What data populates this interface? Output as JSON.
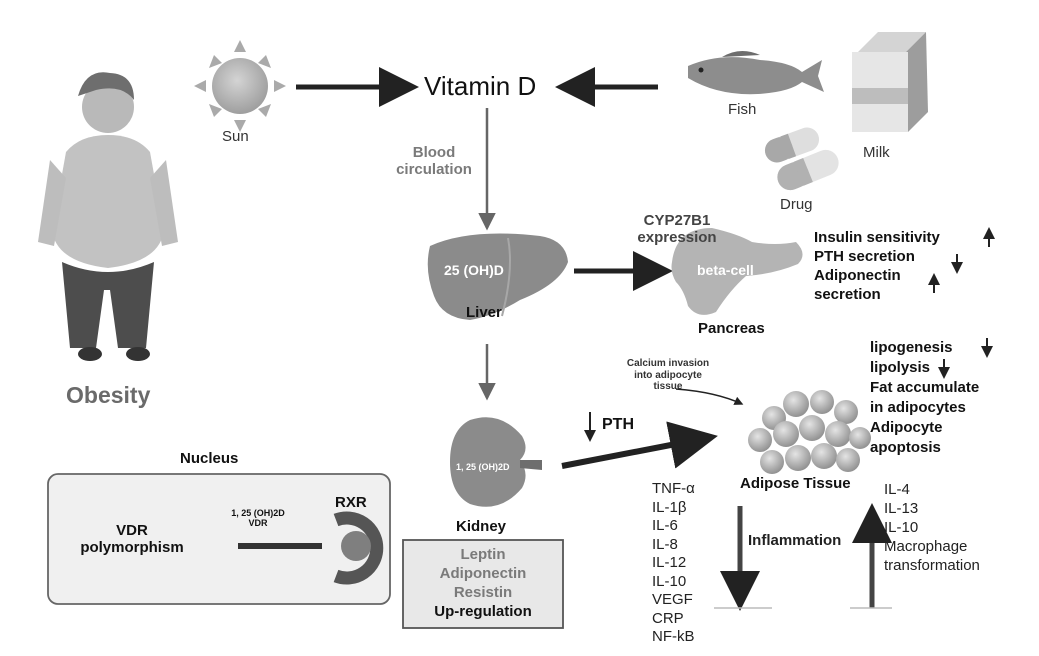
{
  "title_vitamin_d": "Vitamin D",
  "sources": {
    "sun": "Sun",
    "fish": "Fish",
    "milk": "Milk",
    "drug": "Drug"
  },
  "blood_circulation": [
    "Blood",
    "circulation"
  ],
  "liver": {
    "label": "Liver",
    "metabolite": "25 (OH)D"
  },
  "pancreas": {
    "label": "Pancreas",
    "cell": "beta-cell",
    "enzyme": [
      "CYP27B1",
      "expression"
    ]
  },
  "pancreas_effects": [
    "Insulin sensitivity",
    "PTH secretion",
    "Adiponectin",
    "secretion"
  ],
  "obesity": "Obesity",
  "calcium_note": [
    "Calcium invasion",
    "into adipocyte",
    "tissue"
  ],
  "adipose_effects": [
    "lipogenesis",
    "lipolysis",
    "Fat accumulate",
    "in adipocytes",
    "Adipocyte",
    "apoptosis"
  ],
  "pth": "PTH",
  "kidney": {
    "label": "Kidney",
    "metabolite": "1, 25 (OH)2D"
  },
  "adipose": {
    "label": "Adipose Tissue"
  },
  "cytokines_up": [
    "TNF-α",
    "IL-1β",
    "IL-6",
    "IL-8",
    "IL-12",
    "IL-10",
    "VEGF",
    "CRP",
    "NF-kB"
  ],
  "inflammation": "Inflammation",
  "anti_inflammatory": [
    "IL-4",
    "IL-13",
    "IL-10",
    "Macrophage",
    "transformation"
  ],
  "nucleus": {
    "title": "Nucleus",
    "vdr": [
      "VDR",
      "polymorphism"
    ],
    "ligand": [
      "1, 25 (OH)2D",
      "VDR"
    ],
    "rxr": "RXR"
  },
  "adipokines": {
    "items": [
      "Leptin",
      "Adiponectin",
      "Resistin"
    ],
    "tail": "Up-regulation"
  },
  "colors": {
    "arrow": "#222222",
    "grey_arrow": "#666666",
    "box_fill": "#eeeeee",
    "organ": "#8a8a8a"
  }
}
